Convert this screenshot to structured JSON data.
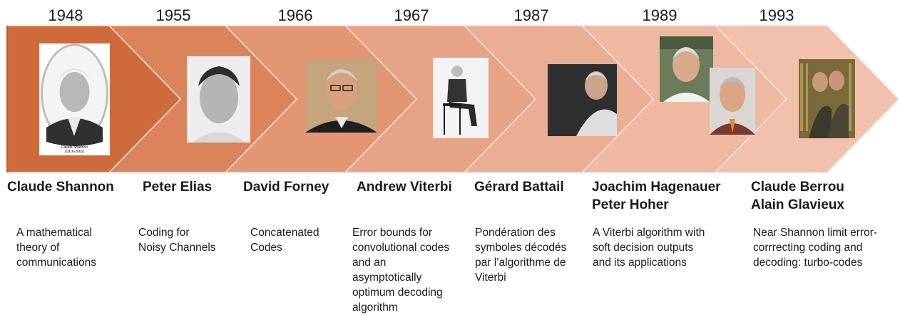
{
  "colors": {
    "arrow_1": "#cf6a3a",
    "arrow_2": "#db845c",
    "arrow_3": "#e29672",
    "arrow_4": "#e6a386",
    "arrow_5": "#eaae94",
    "arrow_6": "#eeb8a1",
    "arrow_7": "#f1c1ae",
    "outline": "#c75d2f"
  },
  "milestones": [
    {
      "year": "1948",
      "name_lines": [
        "Claude Shannon"
      ],
      "desc_lines": [
        "A mathematical",
        "theory of",
        "communications"
      ],
      "photo_caption": [
        "Claude Shannon",
        "(1916-2001)"
      ]
    },
    {
      "year": "1955",
      "name_lines": [
        "Peter Elias"
      ],
      "desc_lines": [
        "Coding for",
        "Noisy Channels"
      ]
    },
    {
      "year": "1966",
      "name_lines": [
        "David Forney"
      ],
      "desc_lines": [
        "Concatenated",
        "Codes"
      ]
    },
    {
      "year": "1967",
      "name_lines": [
        "Andrew Viterbi"
      ],
      "desc_lines": [
        "Error bounds  for",
        "convolutional codes",
        "and an",
        "asymptotically",
        "optimum decoding",
        "algorithm"
      ]
    },
    {
      "year": "1987",
      "name_lines": [
        "Gérard Battail"
      ],
      "desc_lines": [
        "Pondération des",
        "symboles décodés",
        "par l’algorithme de",
        "Viterbi"
      ]
    },
    {
      "year": "1989",
      "name_lines": [
        "Joachim Hagenauer",
        "Peter Hoher"
      ],
      "desc_lines": [
        "A Viterbi algorithm with",
        "soft decision outputs",
        "and its applications"
      ]
    },
    {
      "year": "1993",
      "name_lines": [
        "Claude Berrou",
        "Alain Glavieux"
      ],
      "desc_lines": [
        "Near Shannon limit error-",
        "corrrecting coding and",
        "decoding: turbo-codes"
      ]
    }
  ]
}
